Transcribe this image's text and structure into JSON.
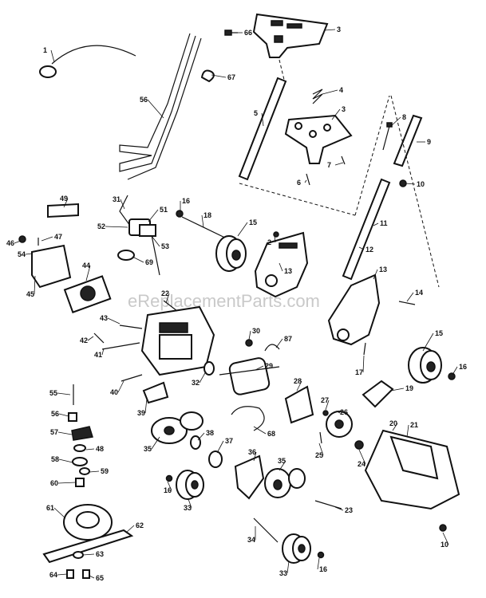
{
  "watermark": "eReplacementParts.com",
  "callouts": [
    "1",
    "66",
    "3",
    "67",
    "4",
    "56",
    "3",
    "5",
    "8",
    "9",
    "7",
    "6",
    "10",
    "49",
    "16",
    "31",
    "51",
    "18",
    "15",
    "2",
    "11",
    "46",
    "47",
    "52",
    "53",
    "54",
    "69",
    "12",
    "44",
    "13",
    "13",
    "45",
    "14",
    "22",
    "43",
    "30",
    "87",
    "15",
    "42",
    "41",
    "32",
    "29",
    "17",
    "16",
    "40",
    "39",
    "28",
    "27",
    "19",
    "55",
    "68",
    "26",
    "20",
    "21",
    "56",
    "35",
    "38",
    "37",
    "25",
    "57",
    "24",
    "48",
    "36",
    "58",
    "59",
    "35",
    "16",
    "60",
    "23",
    "33",
    "61",
    "62",
    "34",
    "10",
    "63",
    "33",
    "16",
    "64",
    "65"
  ]
}
